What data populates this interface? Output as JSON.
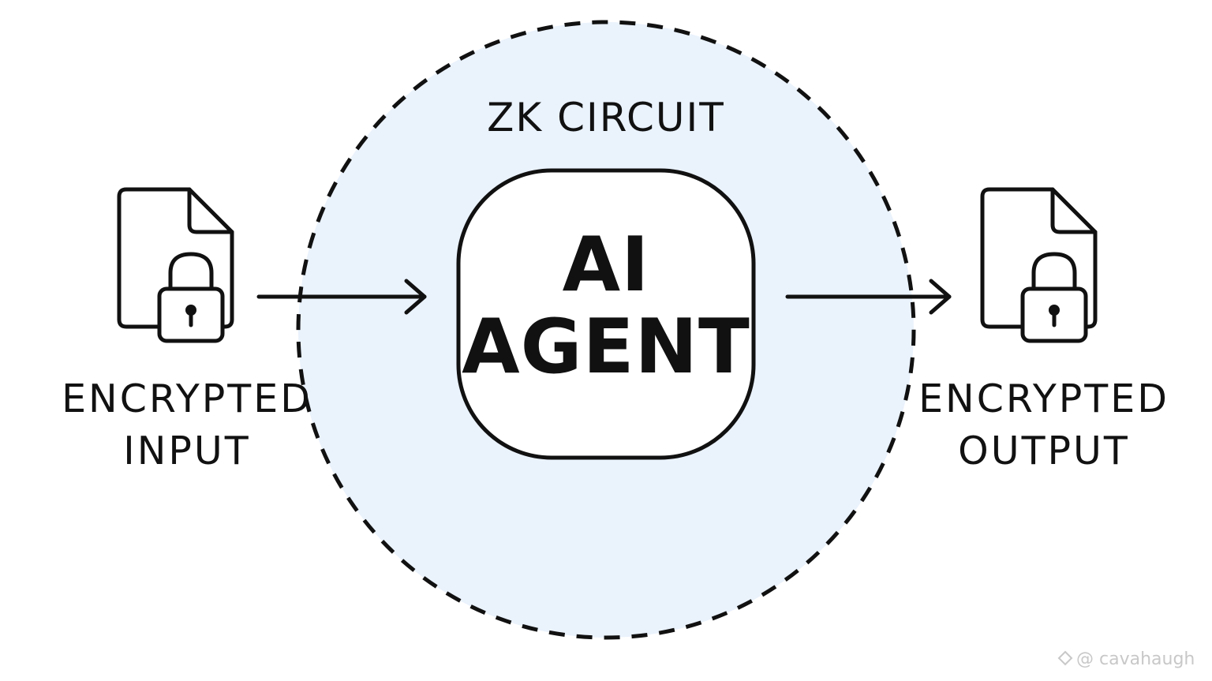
{
  "diagram": {
    "circuit_title": "ZK CIRCUIT",
    "agent": {
      "line1": "AI",
      "line2": "AGENT"
    },
    "input": {
      "line1": "ENCRYPTED",
      "line2": "INPUT",
      "icon": "locked-document-icon"
    },
    "output": {
      "line1": "ENCRYPTED",
      "line2": "OUTPUT",
      "icon": "locked-document-icon"
    },
    "watermark": "@ cavahaugh"
  },
  "colors": {
    "circuit_fill": "#eaf2fc",
    "stroke": "#111111",
    "agent_fill": "#ffffff",
    "watermark": "#c8c8c8"
  }
}
